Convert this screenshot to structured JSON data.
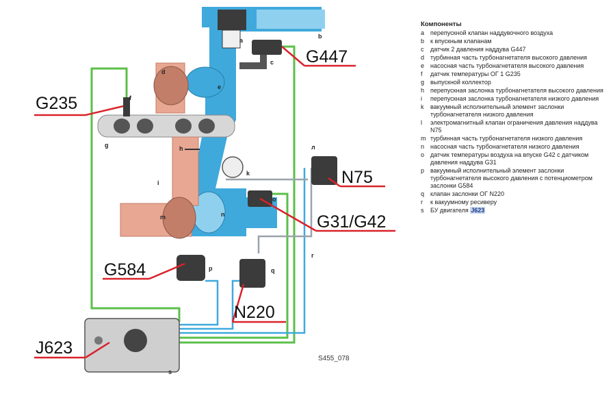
{
  "legend": {
    "title": "Компоненты",
    "items": [
      {
        "key": "a",
        "text": "перепускной клапан наддувочного воздуха"
      },
      {
        "key": "b",
        "text": "к впускным клапанам"
      },
      {
        "key": "c",
        "text": "датчик 2 давления наддува G447"
      },
      {
        "key": "d",
        "text": "турбинная часть турбонагнетателя высокого давления"
      },
      {
        "key": "e",
        "text": "насосная часть турбонагнетателя высокого давления"
      },
      {
        "key": "f",
        "text": "датчик температуры ОГ 1 G235"
      },
      {
        "key": "g",
        "text": "выпускной коллектор"
      },
      {
        "key": "h",
        "text": "перепускная заслонка турбонагнетателя высокого давления"
      },
      {
        "key": "i",
        "text": "перепускная заслонка турбонагнетателя низкого давления"
      },
      {
        "key": "k",
        "text": "вакуумный исполнительный элемент заслонки турбонагнетателя низкого давления"
      },
      {
        "key": "l",
        "text": "электромагнитный клапан ограничения давления наддува N75"
      },
      {
        "key": "m",
        "text": "турбинная часть турбонагнетателя низкого давления"
      },
      {
        "key": "n",
        "text": "насосная часть турбонагнетателя низкого давления"
      },
      {
        "key": "o",
        "text": "датчик температуры воздуха на впуске G42 с датчиком давления наддува G31"
      },
      {
        "key": "p",
        "text": "вакуумный исполнительный элемент заслонки турбонагнетателя высокого давления с потенциометром заслонки G584"
      },
      {
        "key": "q",
        "text": "клапан заслонки ОГ N220"
      },
      {
        "key": "r",
        "text": "к вакуумному ресиверу"
      },
      {
        "key": "s",
        "text": "БУ двигателя",
        "highlight": "J623"
      }
    ]
  },
  "callouts": {
    "g447": "G447",
    "g235": "G235",
    "n75": "N75",
    "g31g42": "G31/G42",
    "g584": "G584",
    "n220": "N220",
    "j623": "J623"
  },
  "letters": {
    "a": "a",
    "b": "b",
    "c": "c",
    "d": "d",
    "e": "e",
    "f": "f",
    "g": "g",
    "h": "h",
    "i": "i",
    "k": "k",
    "l": "л",
    "m": "m",
    "n": "n",
    "o": "o",
    "p": "p",
    "q": "q",
    "r": "r",
    "s": "s"
  },
  "figure_code": "S455_078",
  "colors": {
    "air_blue": "#3fa9dc",
    "air_blue_light": "#8fd0ef",
    "exhaust": "#e8a792",
    "exhaust_dark": "#c27e68",
    "wire_green": "#5bbf4a",
    "callout_red": "#d9222a",
    "component_dark": "#3b3b3b",
    "vacuum_line": "#9aa3aa"
  }
}
